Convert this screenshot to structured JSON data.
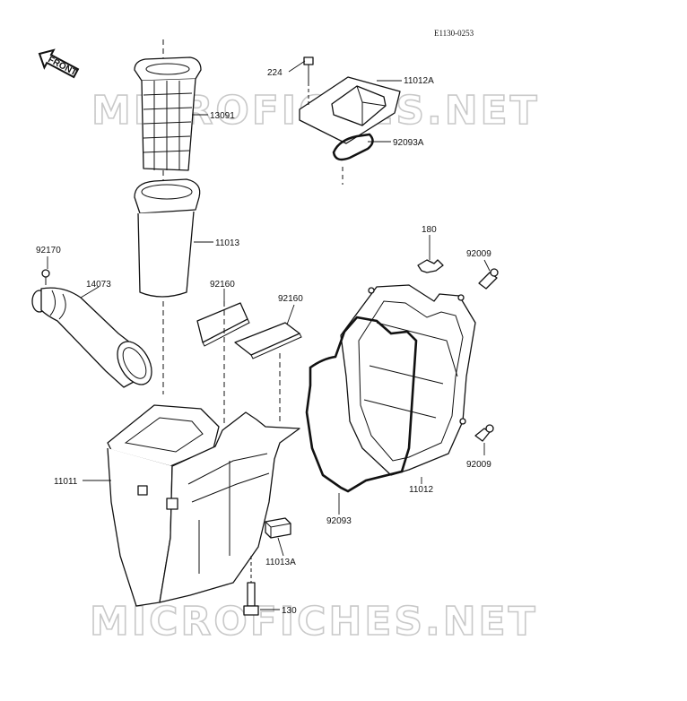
{
  "diagram": {
    "code": "E1130-0253",
    "front_label": "FRONT",
    "watermark": "MICROFICHES.NET",
    "callouts": {
      "c224": "224",
      "c11012A": "11012A",
      "c13091": "13091",
      "c92093A": "92093A",
      "c11013": "11013",
      "c92170": "92170",
      "c180": "180",
      "c92009a": "92009",
      "c14073": "14073",
      "c92160a": "92160",
      "c92160b": "92160",
      "c92009b": "92009",
      "c11011": "11011",
      "c11012": "11012",
      "c92093": "92093",
      "c11013A": "11013A",
      "c130": "130"
    }
  }
}
